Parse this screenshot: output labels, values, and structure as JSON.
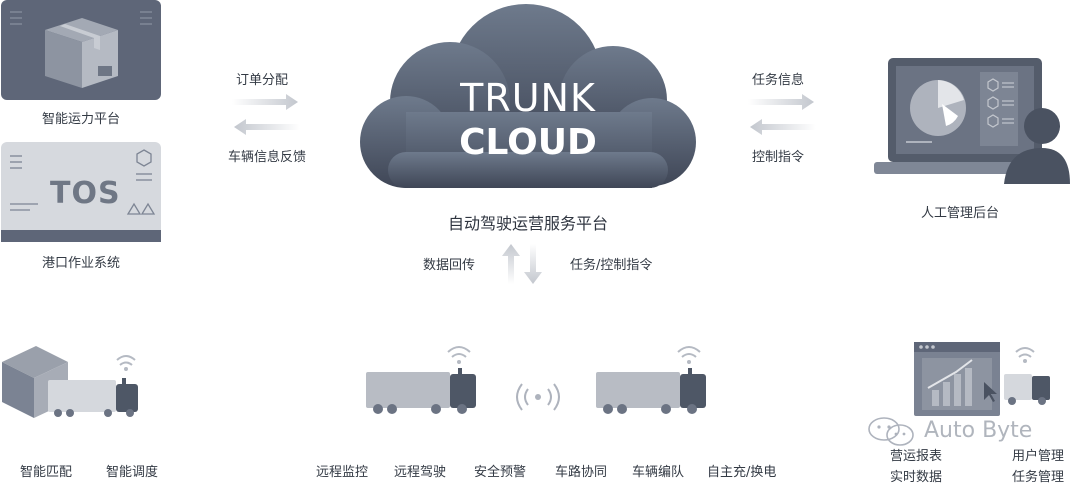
{
  "left_top": {
    "label": "智能运力平台"
  },
  "left_mid": {
    "label": "港口作业系统",
    "card_text": "TOS"
  },
  "arrow_left": {
    "top_label": "订单分配",
    "bottom_label": "车辆信息反馈"
  },
  "cloud": {
    "line1": "TRUNK",
    "line2": "CLOUD",
    "caption": "自动驾驶运营服务平台"
  },
  "arrow_right": {
    "top_label": "任务信息",
    "bottom_label": "控制指令"
  },
  "right_top": {
    "label": "人工管理后台"
  },
  "arrow_vertical": {
    "left_label": "数据回传",
    "right_label": "任务/控制指令"
  },
  "bottom_left": {
    "labels": [
      "智能匹配",
      "智能调度"
    ]
  },
  "bottom_center": {
    "labels": [
      "远程监控",
      "远程驾驶",
      "安全预警",
      "车路协同",
      "车辆编队",
      "自主充/换电"
    ]
  },
  "bottom_right": {
    "labels": [
      "营运报表",
      "实时数据",
      "用户管理",
      "任务管理"
    ]
  },
  "watermark": {
    "text": "Auto Byte"
  },
  "colors": {
    "dark": "#4e5766",
    "mid": "#7b8393",
    "light": "#c9ccd2",
    "cloud_top": "#6e7a8c",
    "cloud_bottom": "#3f4656"
  }
}
